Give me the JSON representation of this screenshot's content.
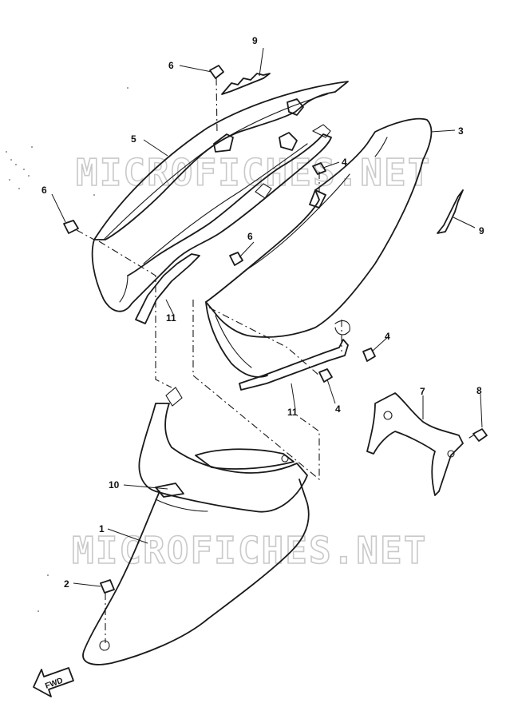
{
  "watermark": "MICROFICHES.NET",
  "forward_label": "FWD",
  "callouts": {
    "c1": "1",
    "c2": "2",
    "c3": "3",
    "c4a": "4",
    "c4b": "4",
    "c4c": "4",
    "c5": "5",
    "c6a": "6",
    "c6b": "6",
    "c6c": "6",
    "c7": "7",
    "c8": "8",
    "c9a": "9",
    "c9b": "9",
    "c10": "10",
    "c11a": "11",
    "c11b": "11"
  }
}
